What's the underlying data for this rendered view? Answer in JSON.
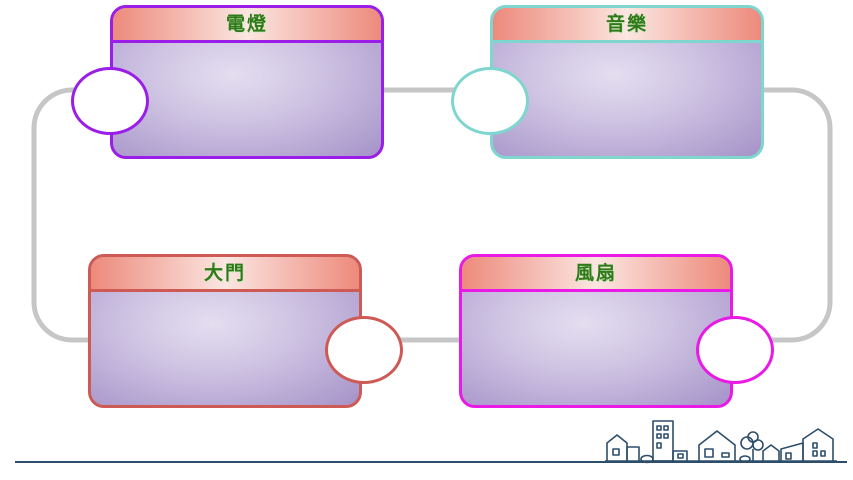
{
  "diagram": {
    "cards": [
      {
        "id": "lamp",
        "label": "電燈"
      },
      {
        "id": "music",
        "label": "音樂"
      },
      {
        "id": "door",
        "label": "大門"
      },
      {
        "id": "fan",
        "label": "風扇"
      }
    ],
    "colors": {
      "lamp": "#9b1de8",
      "music": "#7fd6cf",
      "door": "#cd5a55",
      "fan": "#ea1ae6",
      "loop": "#c6c6c6",
      "label": "#2f7a18",
      "footer": "#2d4e6a"
    },
    "decoration": "town-skyline-icon"
  }
}
